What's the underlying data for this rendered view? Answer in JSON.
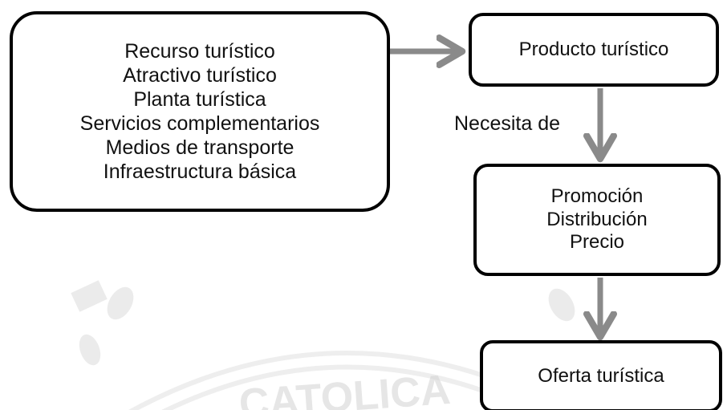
{
  "diagram": {
    "inputs_box": {
      "lines": [
        "Recurso turístico",
        "Atractivo turístico",
        "Planta turística",
        "Servicios complementarios",
        "Medios de transporte",
        "Infraestructura básica"
      ]
    },
    "producto_box": {
      "label": "Producto turístico"
    },
    "edge_label": "Necesita de",
    "marketing_box": {
      "lines": [
        "Promoción",
        "Distribución",
        "Precio"
      ]
    },
    "oferta_box": {
      "label": "Oferta turística"
    },
    "watermark_text": "CATOLICA",
    "colors": {
      "box_border": "#000000",
      "arrow": "#8a8a8a",
      "watermark": "#d6d6d6"
    }
  }
}
